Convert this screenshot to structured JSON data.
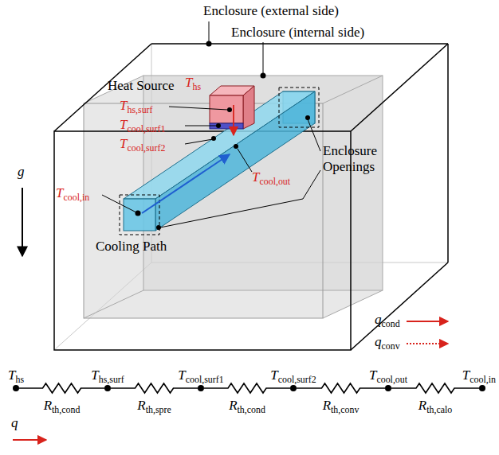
{
  "diagram": {
    "nodes": [
      {
        "text": [
          "Ths"
        ]
      },
      {
        "text": [
          "Ths,surf"
        ]
      },
      {
        "text": [
          "Tcool,surf1"
        ]
      },
      {
        "text": [
          "Tcool,surf2"
        ]
      },
      {
        "text": [
          "Tcool,out"
        ]
      },
      {
        "text": [
          "Tcool,in"
        ]
      }
    ],
    "edges": [
      {
        "from": 0,
        "to": 1,
        "label": "Rth,cond",
        "arrow": "none"
      },
      {
        "from": 1,
        "to": 2,
        "label": "Rth,spre",
        "arrow": "none"
      },
      {
        "from": 2,
        "to": 3,
        "label": "Rth,cond",
        "arrow": "none"
      },
      {
        "from": 3,
        "to": 4,
        "label": "Rth,conv",
        "arrow": "none"
      },
      {
        "from": 4,
        "to": 5,
        "label": "Rth,calo",
        "arrow": "none"
      }
    ],
    "labels": [
      "Enclosure (external side)",
      "Enclosure (internal side)",
      "Heat Source",
      "Ths",
      "Ths,surf",
      "Tcool,surf1",
      "Tcool,surf2",
      "Tcool,out",
      "Tcool,in",
      "Enclosure Openings",
      "Cooling Path",
      "g",
      "q"
    ],
    "legend": [
      {
        "text": "qcond"
      },
      {
        "text": "qconv"
      }
    ]
  }
}
